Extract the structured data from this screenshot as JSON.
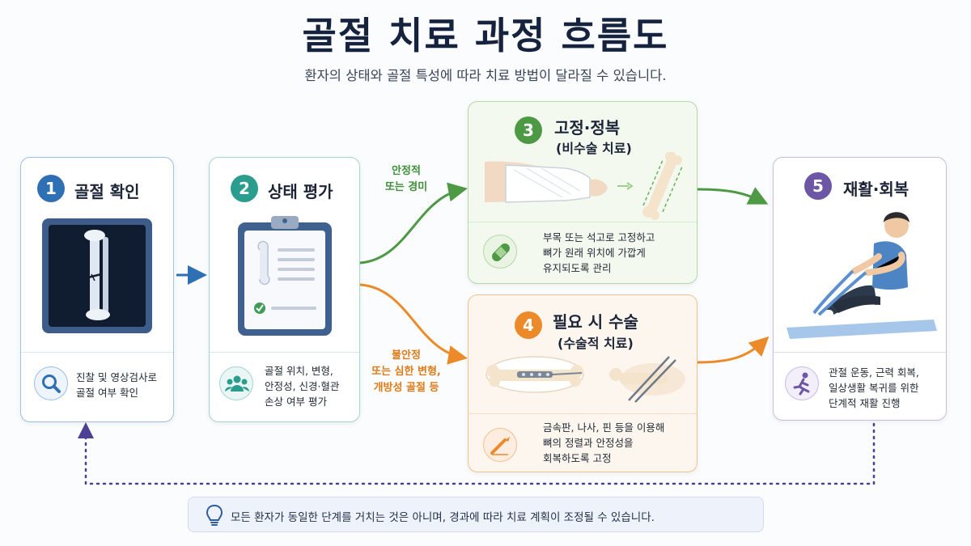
{
  "title": "골절 치료 과정 흐름도",
  "subtitle": "환자의 상태와 골절 특성에 따라 치료 방법이 달라질 수 있습니다.",
  "colors": {
    "blue": "#2f6fb3",
    "teal": "#2a9d8f",
    "green": "#4e9a44",
    "orange": "#ec8a2a",
    "purple": "#6e56a6",
    "dotted": "#4b3f96"
  },
  "steps": [
    {
      "number": "1",
      "title": "골절 확인",
      "desc": [
        "진찰 및 영상검사로",
        "골절 여부 확인"
      ],
      "icon": "magnifier-icon"
    },
    {
      "number": "2",
      "title": "상태 평가",
      "desc": [
        "골절 위치, 변형,",
        "안정성, 신경·혈관",
        "손상 여부 평가"
      ],
      "icon": "people-icon"
    },
    {
      "number": "3",
      "title": "고정·정복",
      "subtitle": "(비수술 치료)",
      "desc": [
        "부목 또는 석고로 고정하고",
        "뼈가 원래 위치에 가깝게",
        "유지되도록 관리"
      ],
      "icon": "bandage-icon"
    },
    {
      "number": "4",
      "title": "필요 시 수술",
      "subtitle": "(수술적 치료)",
      "desc": [
        "금속판, 나사, 핀 등을 이용해",
        "뼈의 정렬과 안정성을",
        "회복하도록 고정"
      ],
      "icon": "scalpel-icon"
    },
    {
      "number": "5",
      "title": "재활·회복",
      "desc": [
        "관절 운동, 근력 회복,",
        "일상생활 복귀를 위한",
        "단계적 재활 진행"
      ],
      "icon": "running-person-icon"
    }
  ],
  "branches": {
    "stable": [
      "안정적",
      "또는 경미"
    ],
    "unstable": [
      "불안정",
      "또는 심한 변형,",
      "개방성 골절 등"
    ]
  },
  "note": "모든 환자가 동일한 단계를 거치는 것은 아니며, 경과에 따라 치료 계획이 조정될 수 있습니다."
}
